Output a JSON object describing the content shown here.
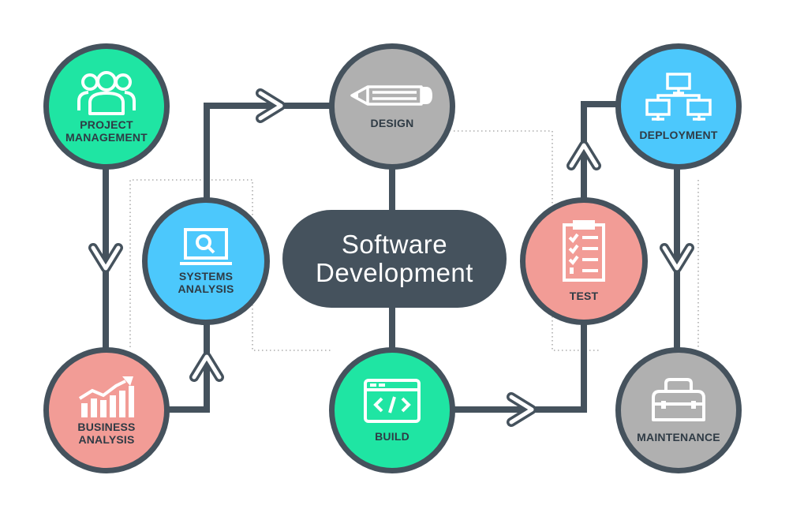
{
  "title": {
    "line1": "Software",
    "line2": "Development"
  },
  "nodes": {
    "project_management": {
      "line1": "PROJECT",
      "line2": "MANAGEMENT",
      "color": "#1fe5a3",
      "icon": "team-icon"
    },
    "business_analysis": {
      "line1": "BUSINESS",
      "line2": "ANALYSIS",
      "color": "#f29c96",
      "icon": "growth-chart-icon"
    },
    "systems_analysis": {
      "line1": "SYSTEMS",
      "line2": "ANALYSIS",
      "color": "#4cc8fc",
      "icon": "laptop-search-icon"
    },
    "design": {
      "line1": "DESIGN",
      "color": "#b0b0b0",
      "icon": "pencil-icon"
    },
    "build": {
      "line1": "BUILD",
      "color": "#1fe5a3",
      "icon": "code-window-icon"
    },
    "test": {
      "line1": "TEST",
      "color": "#f29c96",
      "icon": "checklist-icon"
    },
    "deployment": {
      "line1": "DEPLOYMENT",
      "color": "#4cc8fc",
      "icon": "network-icon"
    },
    "maintenance": {
      "line1": "MAINTENANCE",
      "color": "#b0b0b0",
      "icon": "toolbox-icon"
    }
  },
  "colors": {
    "line": "#45525d",
    "dotted": "#9a9a9a",
    "text": "#2f3b45"
  }
}
